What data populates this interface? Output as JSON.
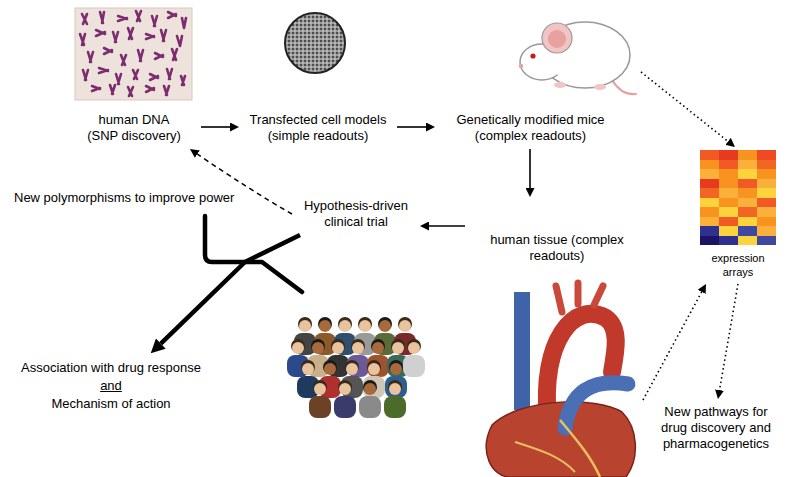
{
  "diagram": {
    "nodes": [
      {
        "text": [
          "human DNA (SNP discovery)"
        ]
      },
      {
        "text": [
          "Transfected cell models (simple readouts)"
        ]
      },
      {
        "text": [
          "Genetically modified mice (complex readouts)"
        ]
      },
      {
        "text": [
          "expression arrays"
        ]
      },
      {
        "text": [
          "Hypothesis-driven clinical trial"
        ]
      },
      {
        "text": [
          "human tissue (complex readouts)"
        ]
      },
      {
        "text": [
          "Association with drug response",
          "and",
          "Mechanism of action"
        ]
      },
      {
        "text": [
          "New pathways for drug discovery and pharmacogenetics"
        ]
      }
    ],
    "edges": [
      {
        "from": 0,
        "to": 1,
        "arrow": "to"
      },
      {
        "from": 1,
        "to": 2,
        "arrow": "to"
      },
      {
        "from": 2,
        "to": 3,
        "arrow": "to"
      },
      {
        "from": 2,
        "to": 5,
        "arrow": "to"
      },
      {
        "from": 5,
        "to": 4,
        "arrow": "to"
      },
      {
        "from": 5,
        "to": 3,
        "arrow": "to"
      },
      {
        "from": 3,
        "to": 7,
        "arrow": "to"
      },
      {
        "from": 4,
        "to": 0,
        "label": "New polymorphisms to improve power",
        "arrow": "to"
      },
      {
        "from": 4,
        "to": 6,
        "arrow": "to"
      }
    ]
  }
}
